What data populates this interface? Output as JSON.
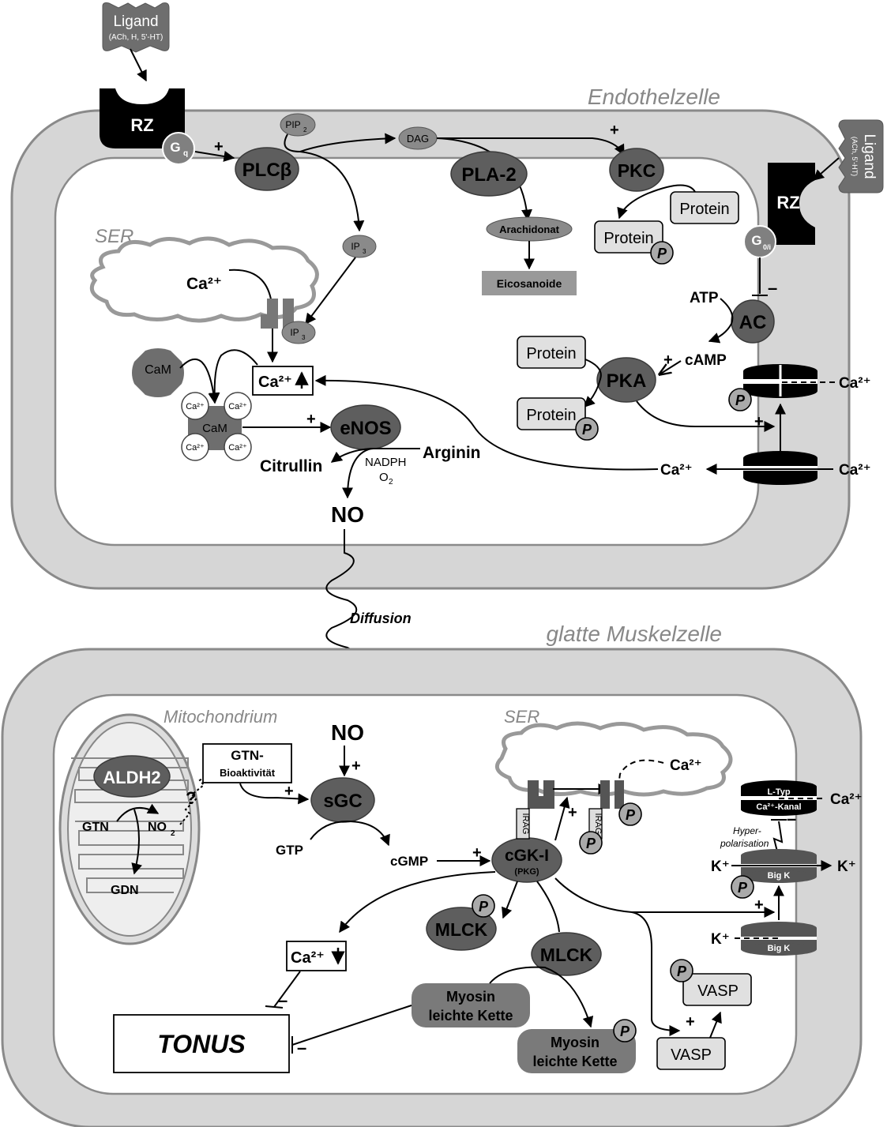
{
  "ligand_top": {
    "name": "Ligand",
    "sub": "(ACh, H, 5'-HT)"
  },
  "ligand_right": {
    "name": "Ligand",
    "sub": "(ACh, 5'-HT)"
  },
  "endothel": {
    "title": "Endothelzelle",
    "rz": "RZ",
    "gq": "G",
    "gq_sub": "q",
    "go": "G",
    "go_sub": "0/i",
    "plc": "PLCβ",
    "pip2": "PIP",
    "pip2_sub": "2",
    "dag": "DAG",
    "pla2": "PLA-2",
    "pkc": "PKC",
    "arachidonat": "Arachidonat",
    "eicosanoide": "Eicosanoide",
    "protein1": "Protein",
    "protein2": "Protein",
    "ser": "SER",
    "ca": "Ca²⁺",
    "ip3": "IP",
    "ip3_sub": "3",
    "cam": "CaM",
    "ca_up": "Ca²⁺",
    "enos": "eNOS",
    "citrullin": "Citrullin",
    "arginin": "Arginin",
    "nadph": "NADPH",
    "o2": "O",
    "o2_sub": "2",
    "no": "NO",
    "atp": "ATP",
    "ac": "AC",
    "camp": "cAMP",
    "pka": "PKA",
    "protein3": "Protein",
    "protein4": "Protein",
    "ca_right1": "Ca²⁺",
    "ca_in": "Ca²⁺",
    "ca_out": "Ca²⁺",
    "p": "P"
  },
  "diffusion": "Diffusion",
  "muscle": {
    "title": "glatte Muskelzelle",
    "mito": "Mitochondrium",
    "aldh2": "ALDH2",
    "gtn": "GTN",
    "no2": "NO",
    "no2_sub": "2",
    "gdn": "GDN",
    "q": "?",
    "gtn_bio1": "GTN-",
    "gtn_bio2": "Bioaktivität",
    "no": "NO",
    "sgc": "sGC",
    "gtp": "GTP",
    "cgmp": "cGMP",
    "cgk": "cGK-I",
    "pkg": "(PKG)",
    "ser": "SER",
    "ca": "Ca²⁺",
    "irag": "IRAG",
    "ltyp": "L-Typ",
    "cakanal": "Ca²⁺-Kanal",
    "ca_right": "Ca²⁺",
    "hyper1": "Hyper-",
    "hyper2": "polarisation",
    "bigk": "Big K",
    "k": "K⁺",
    "mlck": "MLCK",
    "ca_down": "Ca²⁺",
    "myosin1": "Myosin",
    "myosin2": "leichte Kette",
    "vasp": "VASP",
    "tonus": "TONUS",
    "p": "P"
  },
  "signs": {
    "plus": "+",
    "minus": "–"
  },
  "colors": {
    "cell": "#d6d6d6",
    "enzyme": "#5e5e5e",
    "receptor": "#000000"
  }
}
